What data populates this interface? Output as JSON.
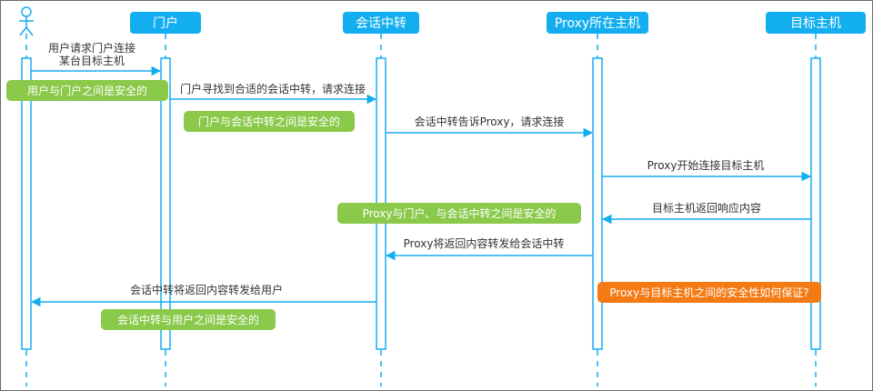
{
  "colors": {
    "line": "#13aef0",
    "participant_fill": "#13aef0",
    "participant_text": "#ffffff",
    "activation_fill": "#ffffff",
    "note_green": "#8ac94a",
    "note_orange": "#f47a14",
    "note_text": "#ffffff",
    "label_text": "#333333"
  },
  "actor": {
    "icon": "person-icon"
  },
  "participants": [
    {
      "id": "portal",
      "label": "门户"
    },
    {
      "id": "relay",
      "label": "会话中转"
    },
    {
      "id": "proxy",
      "label": "Proxy所在主机"
    },
    {
      "id": "target",
      "label": "目标主机"
    }
  ],
  "messages": [
    {
      "id": "m1",
      "lines": [
        "用户请求门户连接",
        "某台目标主机"
      ]
    },
    {
      "id": "m2",
      "lines": [
        "门户寻找到合适的会话中转，请求连接"
      ]
    },
    {
      "id": "m3",
      "lines": [
        "会话中转告诉Proxy，请求连接"
      ]
    },
    {
      "id": "m4",
      "lines": [
        "Proxy开始连接目标主机"
      ]
    },
    {
      "id": "m5",
      "lines": [
        "目标主机返回响应内容"
      ]
    },
    {
      "id": "m6",
      "lines": [
        "Proxy将返回内容转发给会话中转"
      ]
    },
    {
      "id": "m7",
      "lines": [
        "会话中转将返回内容转发给用户"
      ]
    }
  ],
  "notes": [
    {
      "id": "n1",
      "text": "用户与门户之间是安全的",
      "tone": "green"
    },
    {
      "id": "n2",
      "text": "门户与会话中转之间是安全的",
      "tone": "green"
    },
    {
      "id": "n3",
      "text": "Proxy与门户、与会话中转之间是安全的",
      "tone": "green"
    },
    {
      "id": "n4",
      "text": "Proxy与目标主机之间的安全性如何保证?",
      "tone": "orange"
    },
    {
      "id": "n5",
      "text": "会话中转与用户之间是安全的",
      "tone": "green"
    }
  ]
}
